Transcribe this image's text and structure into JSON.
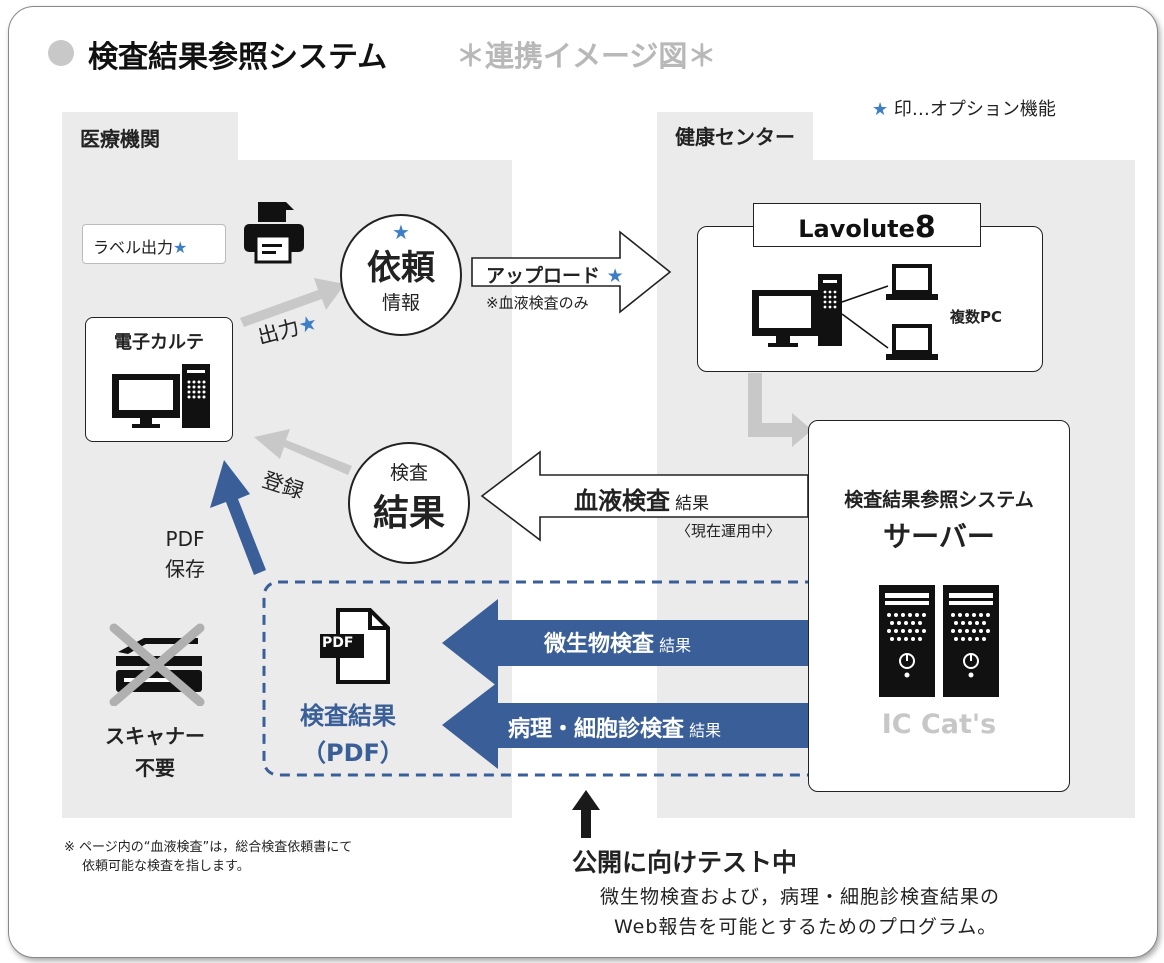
{
  "header": {
    "title": "検査結果参照システム",
    "subtitle": "＊連携イメージ図＊",
    "legend_star": "★",
    "legend_text": "印…オプション機能"
  },
  "zones": {
    "left_label": "医療機関",
    "right_label": "健康センター"
  },
  "left": {
    "label_output_text": "ラベル出力",
    "label_output_star": "★",
    "emr_title": "電子カルテ",
    "output_text": "出力",
    "output_star": "★",
    "register_text": "登録",
    "pdf_save_line1": "PDF",
    "pdf_save_line2": "保存",
    "scanner_line1": "スキャナー",
    "scanner_line2": "不要"
  },
  "request_circle": {
    "star": "★",
    "main": "依頼",
    "sub": "情報"
  },
  "result_circle": {
    "top": "検査",
    "main": "結果"
  },
  "upload_arrow": {
    "label": "アップロード",
    "star": "★",
    "note": "※血液検査のみ"
  },
  "blood_arrow": {
    "label_bold": "血液検査",
    "label_suffix": "結果",
    "note": "〈現在運用中〉"
  },
  "lavolute": {
    "brand": "Lavolute",
    "brand_num": "8",
    "multi_pc": "複数PC"
  },
  "server": {
    "line1": "検査結果参照システム",
    "line2": "サーバー",
    "product": "IC Cat's"
  },
  "pdf_block": {
    "icon_text": "PDF",
    "line1": "検査結果",
    "line2": "（PDF）"
  },
  "micro_arrow": {
    "label_bold": "微生物検査",
    "label_suffix": "結果"
  },
  "patho_arrow": {
    "label_bold": "病理・細胞診検査",
    "label_suffix": "結果"
  },
  "footnote": {
    "line1": "※ ページ内の“血液検査”は，総合検査依頼書にて",
    "line2": "依頼可能な検査を指します。"
  },
  "testing": {
    "heading": "公開に向けテスト中",
    "desc1": "微生物検査および，病理・細胞診検査結果の",
    "desc2": "Web報告を可能とするためのプログラム。"
  },
  "colors": {
    "accent_blue": "#3a5f98",
    "star_blue": "#3d7ec9",
    "zone_grey": "#ebebeb",
    "arrow_grey": "#c8c8c8"
  }
}
